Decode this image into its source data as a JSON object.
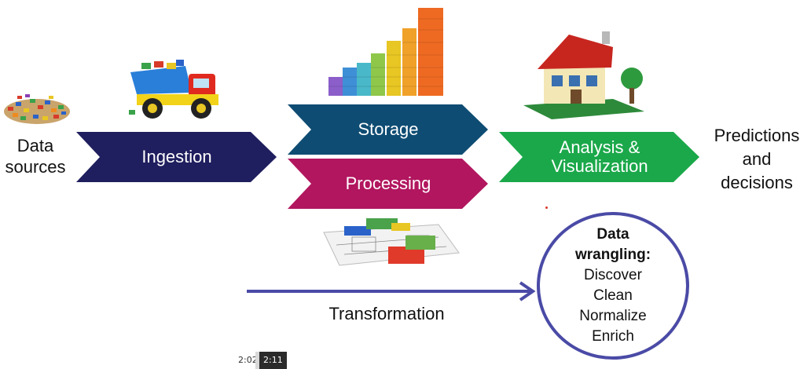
{
  "colors": {
    "ingestion": "#1f1e5e",
    "storage": "#0e4c73",
    "processing": "#b2165f",
    "analysis": "#1ba84a",
    "wrangling_border": "#4a4aa6",
    "transformation_arrow": "#4a4aa6"
  },
  "icons": {
    "data_sources": "lego-pile-icon",
    "ingestion": "toy-dump-truck-icon",
    "storage": "lego-bar-stacks-icon",
    "analysis": "lego-house-icon",
    "transformation": "lego-blueprint-icon"
  },
  "labels": {
    "data": "Data",
    "sources": "sources",
    "predictions": "Predictions",
    "and": "and",
    "decisions": "decisions",
    "transformation": "Transformation"
  },
  "stages": {
    "ingestion": "Ingestion",
    "storage": "Storage",
    "processing": "Processing",
    "analysis_line1": "Analysis &",
    "analysis_line2": "Visualization"
  },
  "wrangling": {
    "title_line1": "Data",
    "title_line2": "wrangling:",
    "steps": [
      "Discover",
      "Clean",
      "Normalize",
      "Enrich"
    ]
  },
  "player": {
    "current_time": "2:02",
    "hover_time": "2:11"
  }
}
